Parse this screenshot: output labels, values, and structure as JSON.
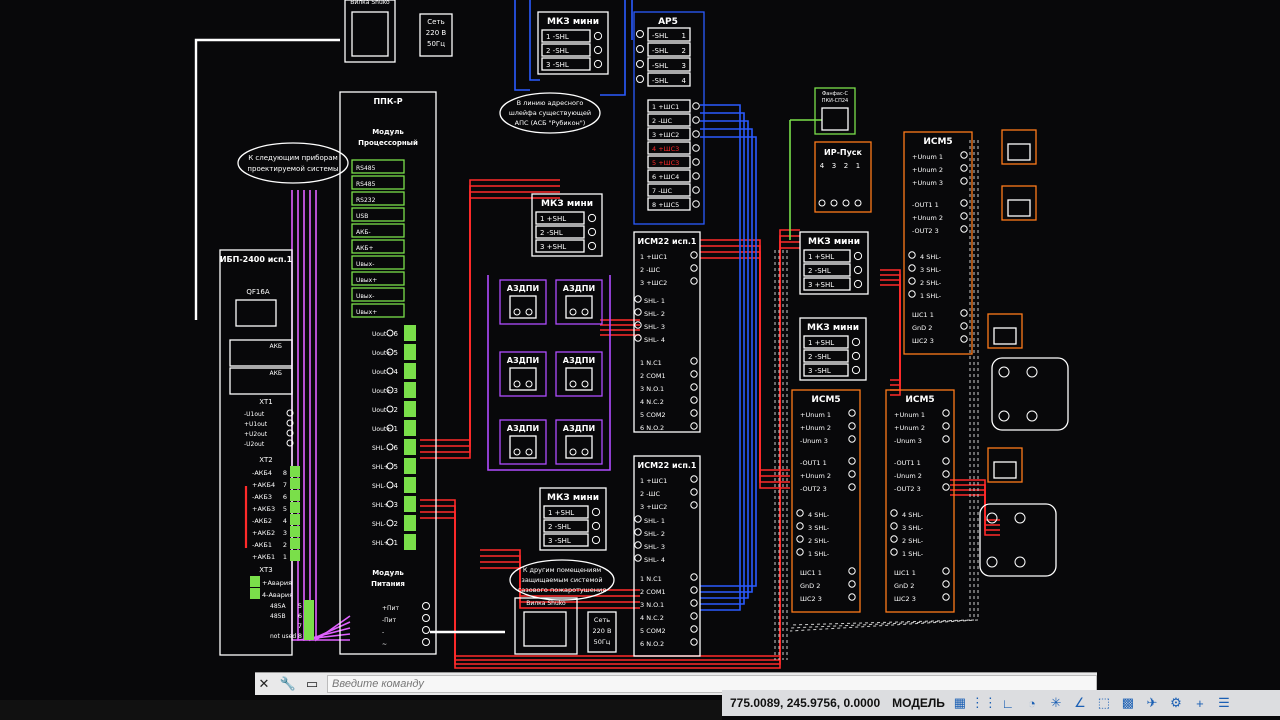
{
  "drawing": {
    "top_plug": {
      "title": "Вилка Shuko",
      "net": [
        "Сеть",
        "220 В",
        "50Гц"
      ]
    },
    "bottom_plug": {
      "title": "Вилка Shuko",
      "net": [
        "Сеть",
        "220 В",
        "50Гц"
      ]
    },
    "ppk": {
      "title": "ППК-Р",
      "module_proc": "Модуль Процессорный",
      "module_power": "Модуль Питания"
    },
    "note_left": [
      "К следующим приборам",
      "проектируемой системы"
    ],
    "note_top": [
      "В линию адресного",
      "шлейфа существующей",
      "АПС (АСБ \"Рубикон\")"
    ],
    "note_bottom": [
      "К другим помещениям",
      "защищаемым системой",
      "газового пожаротушения"
    ],
    "ibp": {
      "title": "ИБП-2400 исп.1",
      "qf": "QF16A",
      "akb1": "АКБ",
      "akb2": "АКБ"
    },
    "xt1": {
      "title": "XT1",
      "rows": [
        "-U1out",
        "+U1out",
        "+U2out",
        "-U2out"
      ]
    },
    "xt2": {
      "title": "XT2",
      "rows": [
        "-АКБ4",
        "+АКБ4",
        "-АКБ3",
        "+АКБ3",
        "-АКБ2",
        "+АКБ2",
        "-АКБ1",
        "+АКБ1"
      ],
      "nums": [
        "8",
        "7",
        "6",
        "5",
        "4",
        "3",
        "2",
        "1"
      ]
    },
    "xt3": {
      "title": "XT3",
      "rows": [
        "+Авария",
        "4-Авария"
      ],
      "rs": [
        "485A",
        "485B",
        "",
        "not used"
      ],
      "nums": [
        "5",
        "6",
        "7",
        "8"
      ]
    },
    "mkz_top": {
      "title": "МКЗ мини",
      "rows": [
        "-SHL",
        "-SHL",
        "-SHL"
      ]
    },
    "aps": {
      "title": "АР5",
      "top": [
        "-SHL",
        "-SHL",
        "-SHL",
        "-SHL"
      ],
      "shs": [
        "+ШС1",
        "-ШС",
        "+ШС2",
        "+ШС3",
        "+ШС3",
        "+ШС4",
        "-ШС",
        "+ШС5"
      ]
    },
    "mkz_mid": {
      "title": "МКЗ мини",
      "rows": [
        "+SHL",
        "-SHL",
        "+SHL"
      ]
    },
    "ism22a": {
      "title": "ИСМ22 исп.1",
      "shc": [
        "+ШС1",
        "-ШС",
        "+ШС2"
      ],
      "shl": [
        "SHL-",
        "SHL-",
        "SHL-",
        "SHL-"
      ],
      "rel": [
        "N.C1",
        "COM1",
        "N.O.1",
        "N.C.2",
        "COM2",
        "N.O.2"
      ]
    },
    "ism22b": {
      "title": "ИСМ22 исп.1",
      "shc": [
        "+ШС1",
        "-ШС",
        "+ШС2"
      ],
      "shl": [
        "SHL-",
        "SHL-",
        "SHL-",
        "SHL-"
      ],
      "rel": [
        "N.C1",
        "COM1",
        "N.O.1",
        "N.C.2",
        "COM2",
        "N.O.2"
      ]
    },
    "azdpi": [
      "АЗДПИ",
      "АЗДПИ",
      "АЗДПИ",
      "АЗДПИ",
      "АЗДПИ",
      "АЗДПИ"
    ],
    "mkz_low": {
      "title": "МКЗ мини",
      "rows": [
        "+SHL",
        "-SHL",
        "-SHL"
      ]
    },
    "fanfare": "Фанфас-С ПКИ-СП24",
    "ir_pusk": {
      "title": "ИР-Пуск",
      "nums": [
        "4",
        "3",
        "2",
        "1"
      ]
    },
    "mkz_r1": {
      "title": "МКЗ мини",
      "rows": [
        "+SHL",
        "-SHL",
        "+SHL"
      ]
    },
    "mkz_r2": {
      "title": "МКЗ мини",
      "rows": [
        "+SHL",
        "-SHL",
        "-SHL"
      ]
    },
    "ism5_top": {
      "title": "ИСМ5",
      "unum": [
        "+Unum",
        "+Unum",
        "+Unum"
      ],
      "out": [
        "-OUT1",
        "+Unum",
        "-OUT2"
      ],
      "shl": [
        "SHL-",
        "SHL-",
        "SHL-",
        "SHL-"
      ],
      "shc": [
        "ШС1",
        "GnD",
        "ШС2"
      ]
    },
    "ism5_l": {
      "title": "ИСМ5",
      "unum": [
        "+Unum",
        "+Unum",
        "-Unum"
      ],
      "out": [
        "-OUT1",
        "+Unum",
        "-OUT2"
      ],
      "shl": [
        "SHL-",
        "SHL-",
        "SHL-",
        "SHL-"
      ],
      "shc": [
        "ШС1",
        "GnD",
        "ШС2"
      ]
    },
    "ism5_r": {
      "title": "ИСМ5",
      "unum": [
        "+Unum",
        "+Unum",
        "-Unum"
      ],
      "out": [
        "-OUT1",
        "-Unum",
        "-OUT2"
      ],
      "shl": [
        "SHL-",
        "SHL-",
        "SHL-",
        "SHL-"
      ],
      "shc": [
        "ШС1",
        "GnD",
        "ШС2"
      ]
    },
    "ppk_rows": [
      "RS485",
      "RS485",
      "RS232",
      "USB",
      "АКБ-",
      "АКБ+",
      "Uвых-",
      "Uвых+",
      "Uвых-",
      "Uвых+"
    ],
    "ppk_out": [
      "Uout-",
      "Uout+",
      "Uout-",
      "Uout+",
      "Uout-",
      "Uout+",
      "SHL-",
      "SHL+",
      "SHL-",
      "SHL+",
      "SHL-",
      "SHL+"
    ]
  },
  "cmdbar": {
    "placeholder": "Введите команду"
  },
  "status": {
    "coords": "775.0089, 245.9756, 0.0000",
    "model": "МОДЕЛЬ"
  },
  "colors": {
    "bg": "#08080a",
    "red": "#ff2a2a",
    "blue": "#2a5bff",
    "green": "#7adf4a",
    "orange": "#ff7a1a",
    "violet": "#b04cff",
    "magenta": "#e060ff",
    "white": "#ffffff"
  }
}
